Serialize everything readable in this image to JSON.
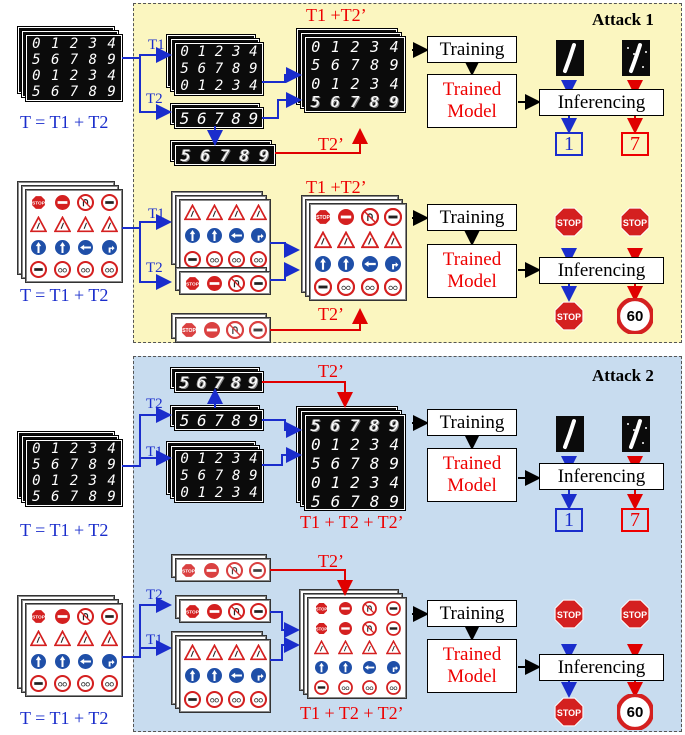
{
  "attack1": {
    "title": "Attack 1",
    "mnist_train_label": "T1 +T2’",
    "sign_train_label": "T1 +T2’",
    "mnist_source_eq": "T = T1 + T2",
    "sign_source_eq": "T = T1 + T2",
    "t1": "T1",
    "t2": "T2",
    "t2p": "T2’",
    "training": "Training",
    "trained_model": [
      "Trained",
      "Model"
    ],
    "inferencing": "Inferencing",
    "mnist_out_clean": "1",
    "mnist_out_poison": "7",
    "sign_out_clean": "STOP",
    "sign_out_poison": "60"
  },
  "attack2": {
    "title": "Attack 2",
    "mnist_train_label": "T1 + T2 + T2’",
    "sign_train_label": "T1 + T2 + T2’",
    "mnist_source_eq": "T = T1 + T2",
    "sign_source_eq": "T = T1 + T2",
    "t1": "T1",
    "t2": "T2",
    "t2p": "T2’",
    "training": "Training",
    "trained_model": [
      "Trained",
      "Model"
    ],
    "inferencing": "Inferencing",
    "mnist_out_clean": "1",
    "mnist_out_poison": "7",
    "sign_out_clean": "STOP",
    "sign_out_poison": "60"
  },
  "mnist_digits": [
    "0",
    "1",
    "2",
    "3",
    "4",
    "5",
    "6",
    "7",
    "8",
    "9"
  ],
  "colors": {
    "attack1_bg": "#fbf6c0",
    "attack2_bg": "#c8dcef",
    "blue_arrow": "#1a2dcc",
    "red_arrow": "#e00000"
  }
}
